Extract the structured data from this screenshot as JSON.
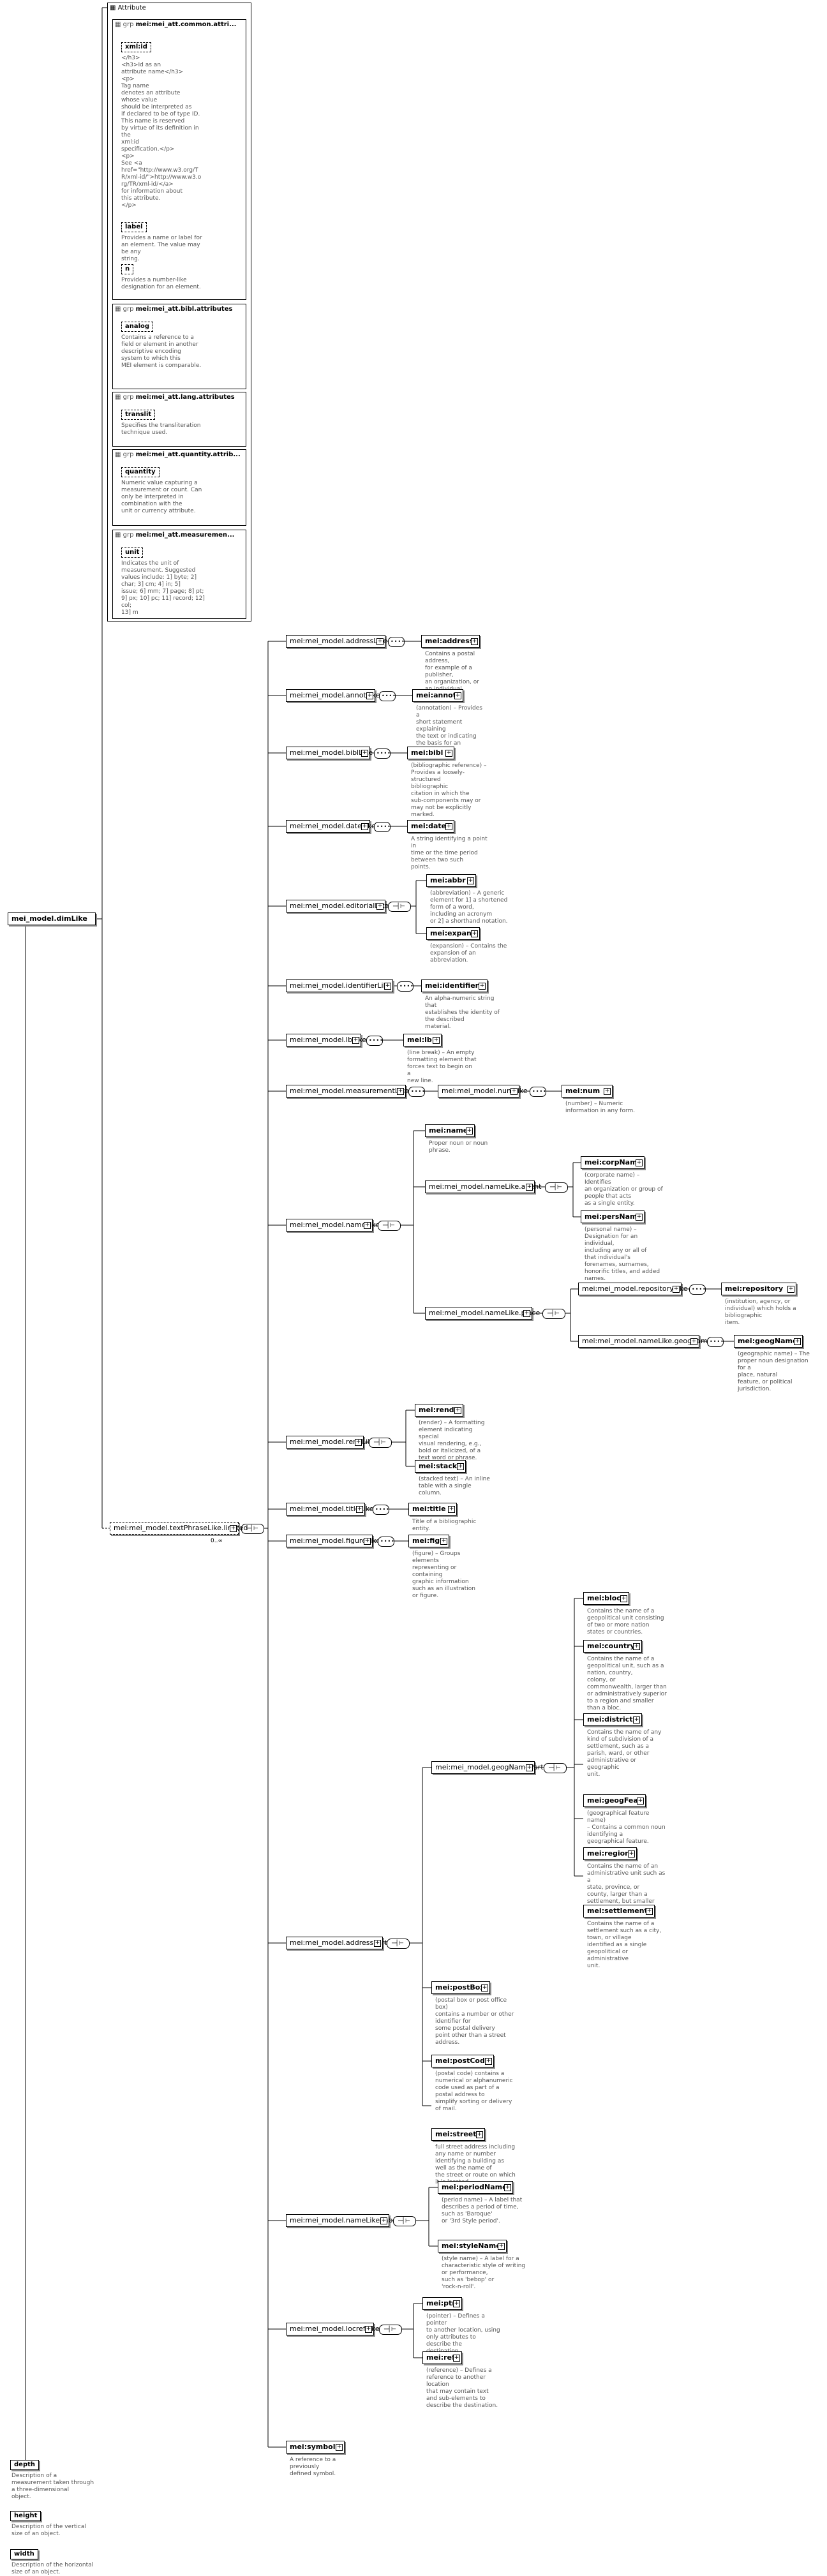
{
  "diagram": {
    "attribute_panel": {
      "title": "Attribute",
      "groups": [
        {
          "name": "mei:mei_att.common.attri...",
          "attributes": [
            {
              "name": "xml:id",
              "desc": "</h3>\n<h3>Id as an\nattribute name</h3>\n<p>\nTag name\ndenotes an attribute\nwhose value\nshould be interpreted as\nif declared to be of type ID.\nThis name is reserved\nby virtue of its definition in\nthe\nxml:id\nspecification.</p>\n<p>\nSee <a\nhref=\"http://www.w3.org/T\nR/xml-id/\">http://www.w3.o\nrg/TR/xml-id/</a>\nfor information about\nthis attribute.\n</p>"
            },
            {
              "name": "label",
              "desc": "Provides a name or label for\nan element. The value may\nbe any\nstring."
            },
            {
              "name": "n",
              "desc": "Provides a number-like\ndesignation for an element."
            }
          ]
        },
        {
          "name": "mei:mei_att.bibl.attributes",
          "attributes": [
            {
              "name": "analog",
              "desc": "Contains a reference to a\nfield or element in another\ndescriptive encoding\nsystem to which this\nMEI element is comparable."
            }
          ]
        },
        {
          "name": "mei:mei_att.lang.attributes",
          "attributes": [
            {
              "name": "translit",
              "desc": "Specifies the transliteration\ntechnique used."
            }
          ]
        },
        {
          "name": "mei:mei_att.quantity.attrib...",
          "attributes": [
            {
              "name": "quantity",
              "desc": "Numeric value capturing a\nmeasurement or count. Can\nonly be interpreted in\ncombination with the\nunit or currency attribute."
            }
          ]
        },
        {
          "name": "mei:mei_att.measuremen...",
          "attributes": [
            {
              "name": "unit",
              "desc": "Indicates the unit of\nmeasurement. Suggested\nvalues include: 1] byte; 2]\nchar; 3] cm; 4] in; 5]\nissue; 6] mm; 7] page; 8] pt;\n9] px; 10] pc; 11] record; 12]\ncol;\n13] m"
            }
          ]
        }
      ]
    },
    "root": {
      "name": "mei_model.dimLike"
    },
    "groups": {
      "addressLike": "mei:mei_model.addressLike",
      "annotLike": "mei:mei_model.annotLike",
      "biblLike": "mei:mei_model.biblLike",
      "dateLike": "mei:mei_model.dateLike",
      "editorialLike": "mei:mei_model.editorialLike",
      "identifierLike": "mei:mei_model.identifierLike",
      "lbLike": "mei:mei_model.lbLike",
      "measurementLike": "mei:mei_model.measurementLike",
      "numLike": "mei:mei_model.numLike",
      "nameLike": "mei:mei_model.nameLike",
      "nameLikeAgent": "mei:mei_model.nameLike.agent",
      "nameLikePlace": "mei:mei_model.nameLike.place",
      "repositoryLike": "mei:mei_model.repositoryLike",
      "nameLikeGeogName": "mei:mei_model.nameLike.geogname",
      "rendLike": "mei:mei_model.rendLike",
      "textPhraseLikeLimited": "mei:mei_model.textPhraseLike.limited",
      "cardinality": "0..∞",
      "titleLike": "mei:mei_model.titleLike",
      "figureLike": "mei:mei_model.figureLike",
      "addressPart": "mei:mei_model.addressPart",
      "geogNamePart": "mei:mei_model.geogNamePart",
      "nameLikeLabel": "mei:mei_model.nameLike.label",
      "locrefLike": "mei:mei_model.locrefLike"
    },
    "elements": {
      "address": {
        "name": "mei:address",
        "desc": "Contains a postal address,\nfor example of a publisher,\nan organization, or\nan individual."
      },
      "annot": {
        "name": "mei:annot",
        "desc": "(annotation) – Provides a\nshort statement explaining\nthe text or indicating\nthe basis for an\nassertion."
      },
      "bibl": {
        "name": "mei:bibl",
        "desc": "(bibliographic reference) –\nProvides a loosely-structured\nbibliographic\ncitation in which the\nsub-components may or\nmay not be explicitly\nmarked."
      },
      "date": {
        "name": "mei:date",
        "desc": "A string identifying a point in\ntime or the time period\nbetween two such\npoints."
      },
      "abbr": {
        "name": "mei:abbr",
        "desc": "(abbreviation) – A generic\nelement for 1] a shortened\nform of a word,\nincluding an acronym\nor 2] a shorthand notation."
      },
      "expan": {
        "name": "mei:expan",
        "desc": "(expansion) – Contains the\nexpansion of an\nabbreviation."
      },
      "identifier": {
        "name": "mei:identifier",
        "desc": "An alpha-numeric string that\nestablishes the identity of\nthe described\nmaterial."
      },
      "lb": {
        "name": "mei:lb",
        "desc": "(line break) – An empty\nformatting element that\nforces text to begin on a\nnew line."
      },
      "num": {
        "name": "mei:num",
        "desc": "(number) – Numeric\ninformation in any form."
      },
      "name": {
        "name": "mei:name",
        "desc": "Proper noun or noun phrase."
      },
      "corpName": {
        "name": "mei:corpName",
        "desc": "(corporate name) – Identifies\nan organization or group of\npeople that acts\nas a single entity."
      },
      "persName": {
        "name": "mei:persName",
        "desc": "(personal name) –\nDesignation for an individual,\nincluding any or all of\nthat individual's\nforenames, surnames,\nhonorific titles, and added\nnames."
      },
      "repository": {
        "name": "mei:repository",
        "desc": "(institution, agency, or\nindividual) which holds a\nbibliographic\nitem."
      },
      "geogName": {
        "name": "mei:geogName",
        "desc": "(geographic name) – The\nproper noun designation for a\nplace, natural\nfeature, or political\njurisdiction."
      },
      "rend": {
        "name": "mei:rend",
        "desc": "(render) – A formatting\nelement indicating special\nvisual rendering, e.g.,\nbold or italicized, of a\ntext word or phrase."
      },
      "stack": {
        "name": "mei:stack",
        "desc": "(stacked text) – An inline\ntable with a single column."
      },
      "title": {
        "name": "mei:title",
        "desc": "Title of a bibliographic entity."
      },
      "fig": {
        "name": "mei:fig",
        "desc": "(figure) – Groups elements\nrepresenting or containing\ngraphic information\nsuch as an illustration\nor figure."
      },
      "bloc": {
        "name": "mei:bloc",
        "desc": "Contains the name of a\ngeopolitical unit consisting\nof two or more nation\nstates or countries."
      },
      "country": {
        "name": "mei:country",
        "desc": "Contains the name of a\ngeopolitical unit, such as a\nnation, country,\ncolony, or\ncommonwealth, larger than\nor administratively superior\nto a region and smaller\nthan a bloc."
      },
      "district": {
        "name": "mei:district",
        "desc": "Contains the name of any\nkind of subdivision of a\nsettlement, such as a\nparish, ward, or other\nadministrative or geographic\nunit."
      },
      "geogFeat": {
        "name": "mei:geogFeat",
        "desc": "(geographical feature name)\n– Contains a common noun\nidentifying a\ngeographical feature."
      },
      "region": {
        "name": "mei:region",
        "desc": "Contains the name of an\nadministrative unit such as a\nstate, province, or\ncounty, larger than a\nsettlement, but smaller than\na country."
      },
      "settlement": {
        "name": "mei:settlement",
        "desc": "Contains the name of a\nsettlement such as a city,\ntown, or village\nidentified as a single\ngeopolitical or administrative\nunit."
      },
      "postBox": {
        "name": "mei:postBox",
        "desc": "(postal box or post office box)\ncontains a number or other\nidentifier for\nsome postal delivery\npoint other than a street\naddress."
      },
      "postCode": {
        "name": "mei:postCode",
        "desc": "(postal code) contains a\nnumerical or alphanumeric\ncode used as part of a\npostal address to\nsimplify sorting or delivery\nof mail."
      },
      "street": {
        "name": "mei:street",
        "desc": "full street address including\nany name or number\nidentifying a building as\nwell as the name of\nthe street or route on which\nit is located."
      },
      "periodName": {
        "name": "mei:periodName",
        "desc": "(period name) – A label that\ndescribes a period of time,\nsuch as 'Baroque'\nor '3rd Style period'."
      },
      "styleName": {
        "name": "mei:styleName",
        "desc": "(style name) – A label for a\ncharacteristic style of writing\nor performance,\nsuch as 'bebop' or\n'rock-n-roll'."
      },
      "ptr": {
        "name": "mei:ptr",
        "desc": "(pointer) – Defines a pointer\nto another location, using\nonly attributes to\ndescribe the\ndestination."
      },
      "ref": {
        "name": "mei:ref",
        "desc": "(reference) – Defines a\nreference to another location\nthat may contain text\nand sub-elements to\ndescribe the destination."
      },
      "symbol": {
        "name": "mei:symbol",
        "desc": "A reference to a previously\ndefined symbol."
      }
    },
    "bottom_attributes": [
      {
        "name": "depth",
        "desc": "Description of a\nmeasurement taken through\na three-dimensional\nobject."
      },
      {
        "name": "height",
        "desc": "Description of the vertical\nsize of an object."
      },
      {
        "name": "width",
        "desc": "Description of the horizontal\nsize of an object."
      }
    ]
  }
}
